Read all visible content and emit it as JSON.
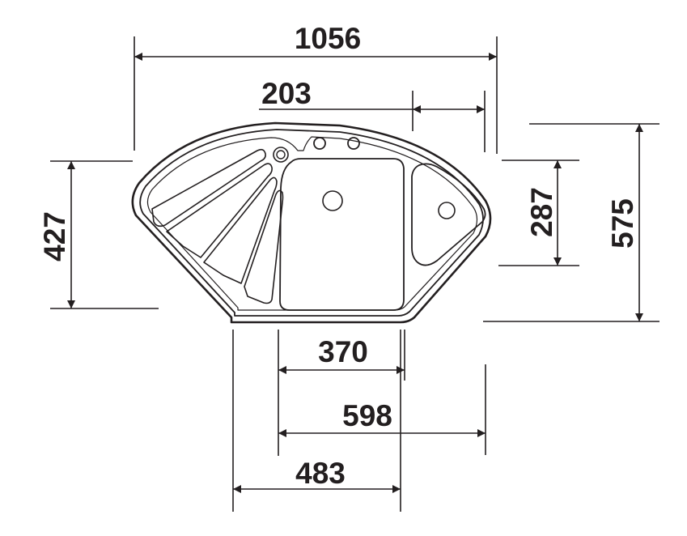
{
  "drawing": {
    "subject": "corner sink",
    "units": "mm"
  },
  "dimensions": {
    "overall_width": "1056",
    "tap_hole_offset": "203",
    "main_bowl_width": "370",
    "front_width": "598",
    "front_edge": "483",
    "left_height": "427",
    "small_bowl_height": "287",
    "overall_depth": "575"
  }
}
